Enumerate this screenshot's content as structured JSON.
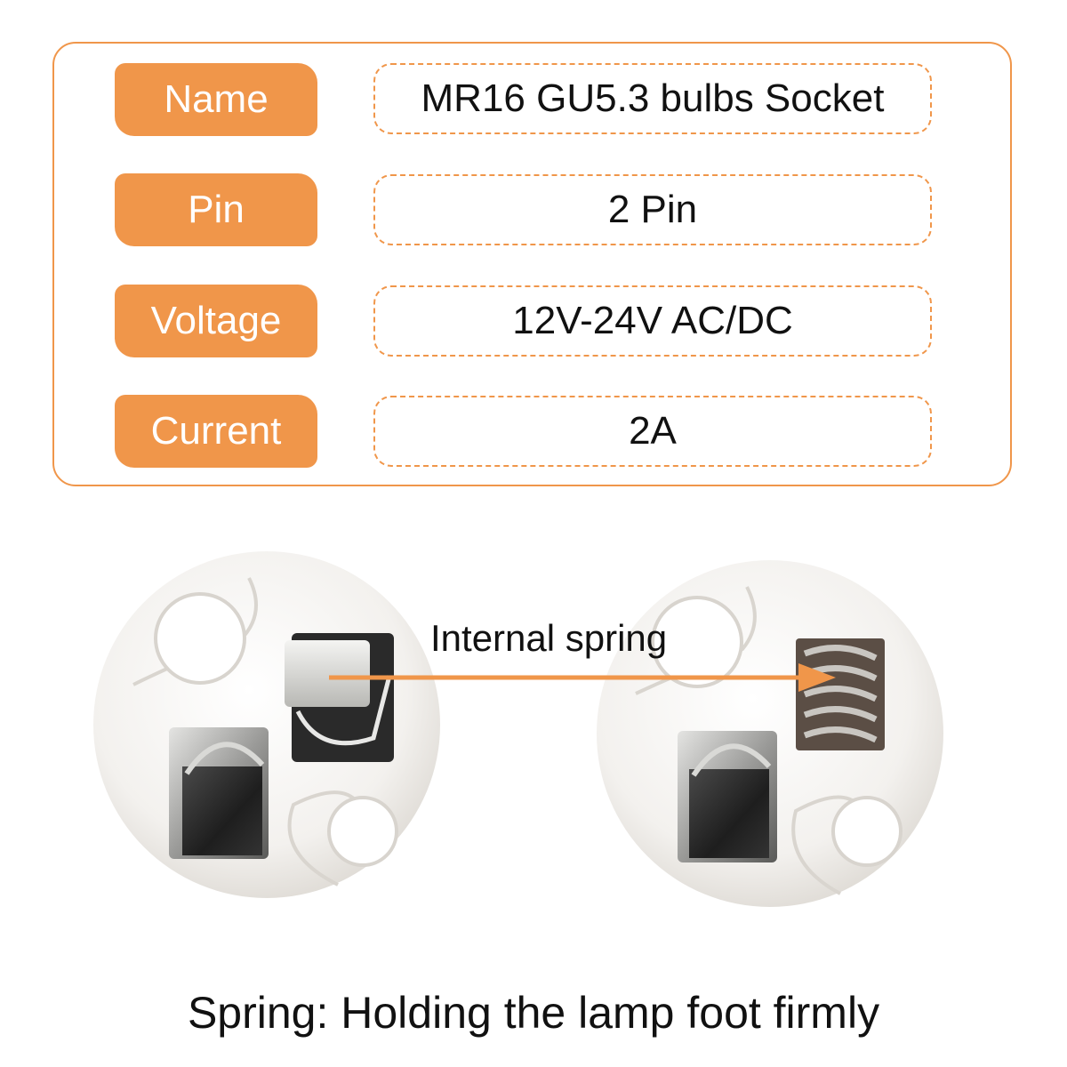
{
  "specs": [
    {
      "label": "Name",
      "value": "MR16 GU5.3 bulbs Socket"
    },
    {
      "label": "Pin",
      "value": "2 Pin"
    },
    {
      "label": "Voltage",
      "value": "12V-24V AC/DC"
    },
    {
      "label": "Current",
      "value": "2A"
    }
  ],
  "callout": {
    "label": "Internal spring"
  },
  "caption": "Spring: Holding the lamp foot firmly",
  "colors": {
    "accent": "#f0964a",
    "text": "#111111",
    "ceramic": "#f3f1ee"
  }
}
